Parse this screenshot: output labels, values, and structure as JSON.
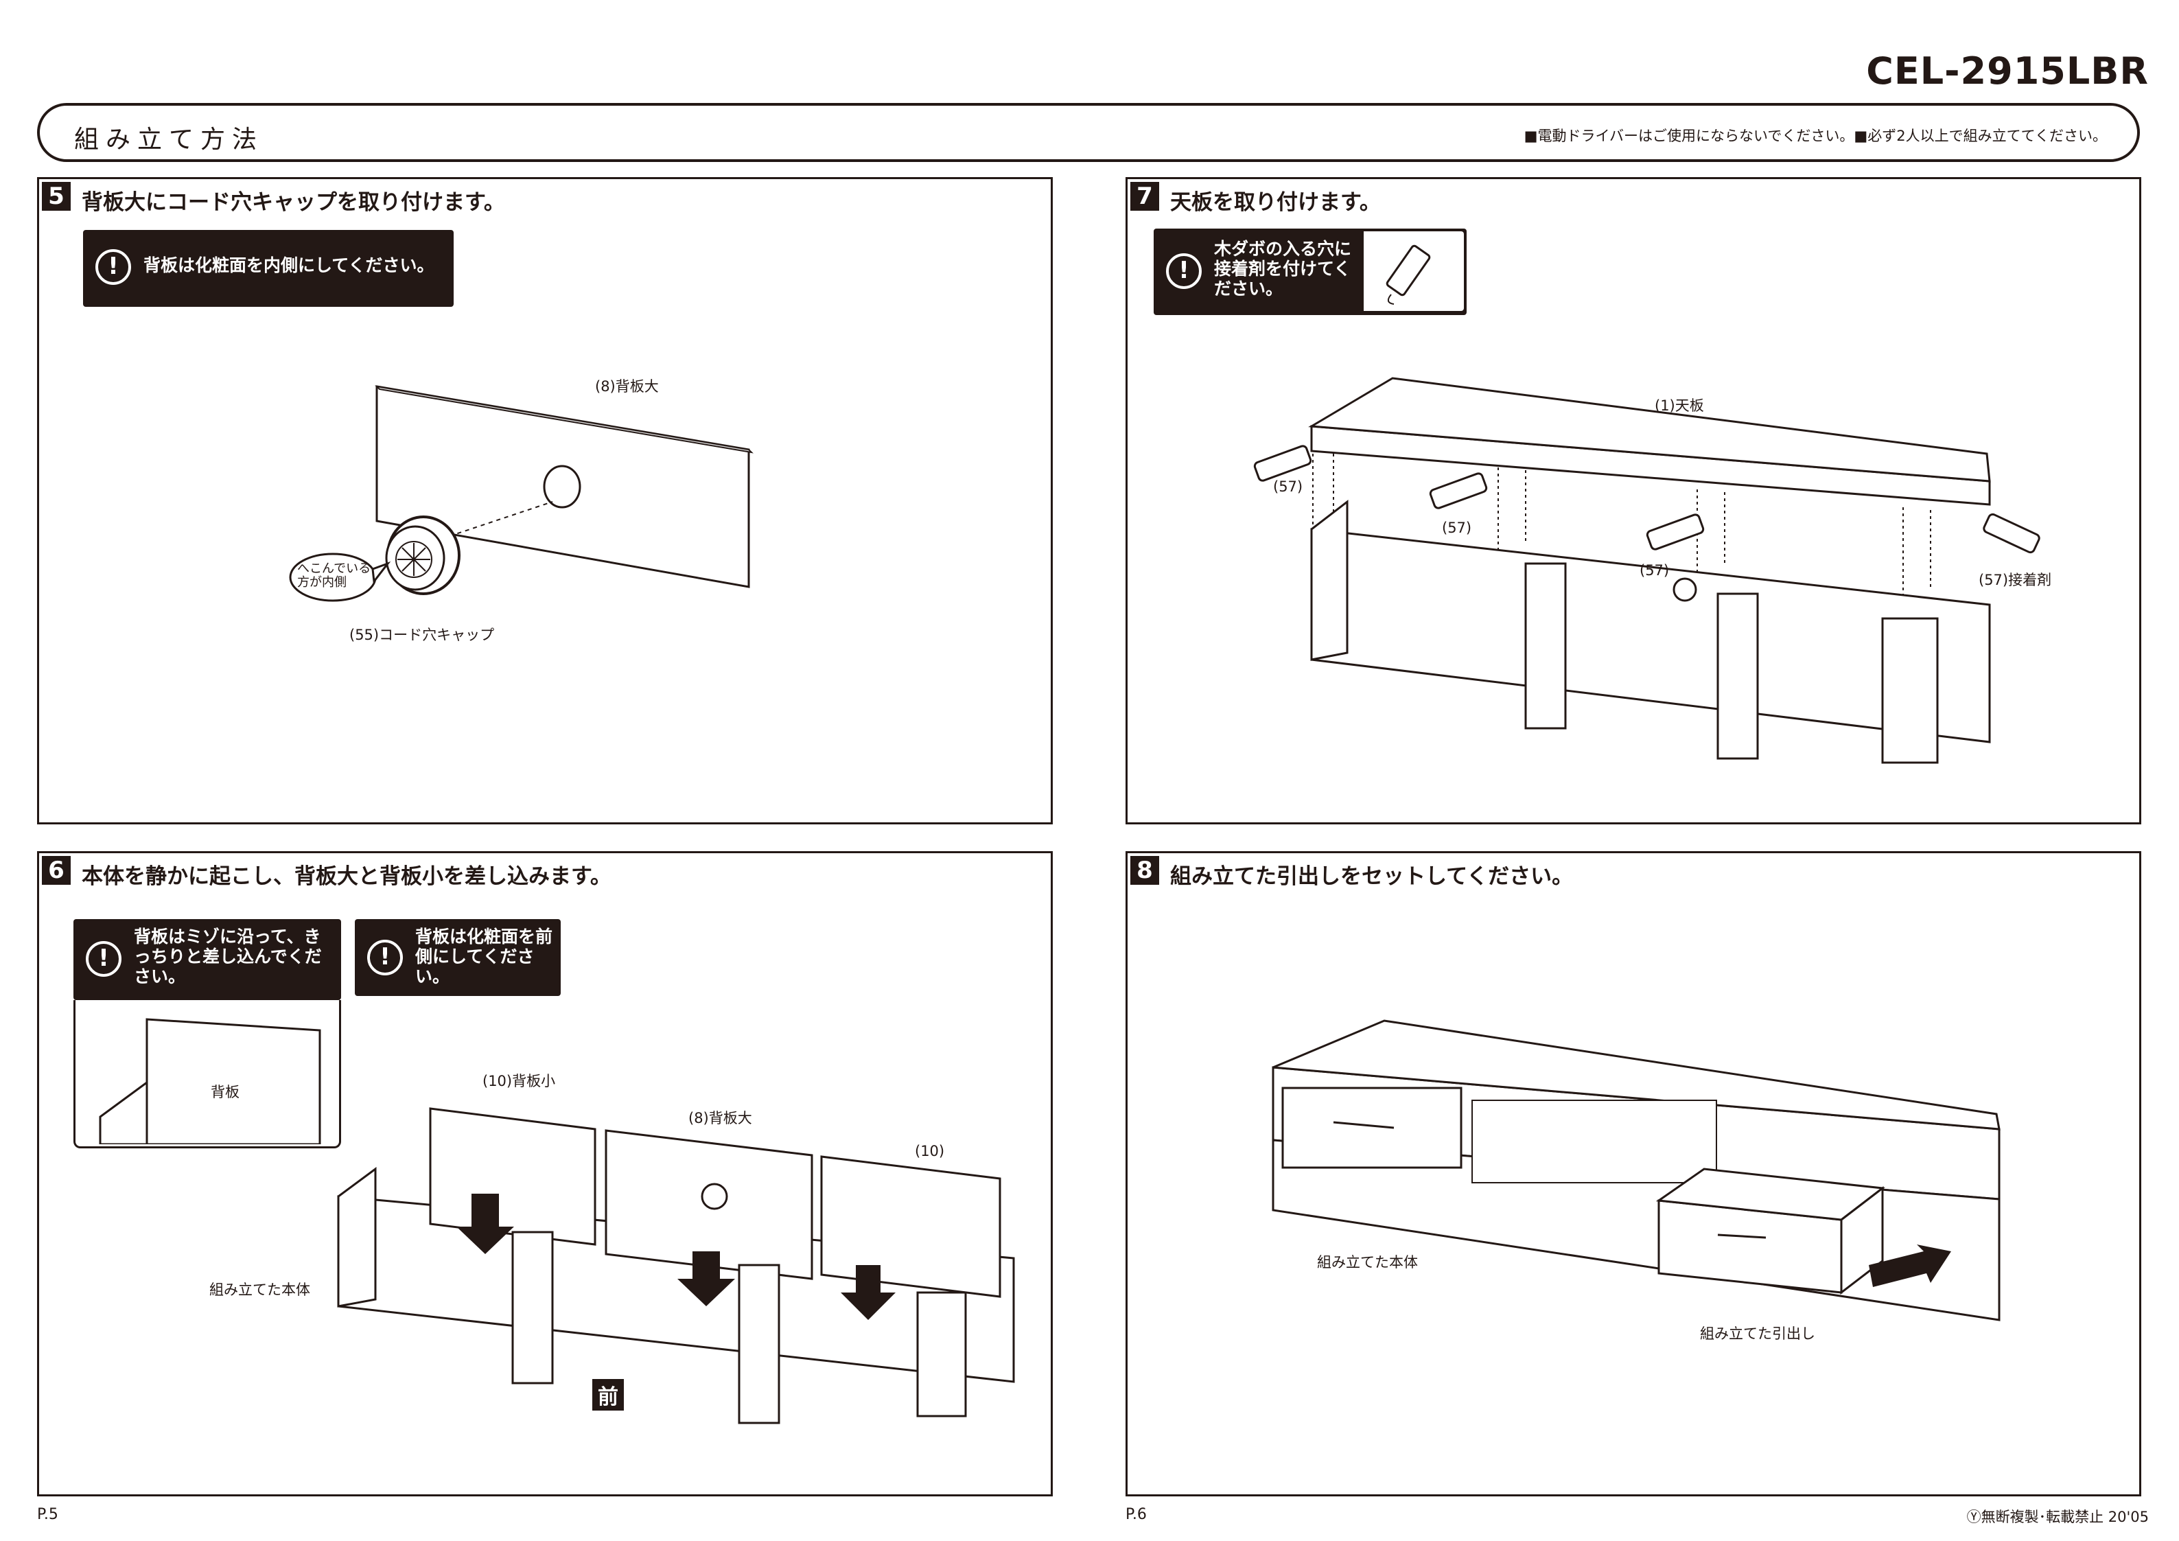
{
  "header": {
    "model": "CEL-2915LBR",
    "title": "組み立て方法",
    "notes": "■電動ドライバーはご使用にならないでください。■必ず2人以上で組み立ててください。"
  },
  "steps": {
    "s5": {
      "num": "5",
      "title": "背板大にコード穴キャップを取り付けます。",
      "note": "背板は化粧面を内側にしてください。",
      "labels": {
        "panel": "(8)背板大",
        "bubble": "へこんでいる方が内側",
        "cap": "(55)コード穴キャップ"
      }
    },
    "s6": {
      "num": "6",
      "title": "本体を静かに起こし、背板大と背板小を差し込みます。",
      "note1": "背板はミゾに沿って、きっちりと差し込んでください。",
      "note2": "背板は化粧面を前側にしてください。",
      "labels": {
        "inset": "背板",
        "small": "(10)背板小",
        "large": "(8)背板大",
        "small2": "(10)",
        "body": "組み立てた本体",
        "front": "前"
      }
    },
    "s7": {
      "num": "7",
      "title": "天板を取り付けます。",
      "note": "木ダボの入る穴に接着剤を付けてください。",
      "labels": {
        "top": "(1)天板",
        "glue1": "(57)",
        "glue2": "(57)",
        "glue3": "(57)",
        "glue4": "(57)接着剤"
      }
    },
    "s8": {
      "num": "8",
      "title": "組み立てた引出しをセットしてください。",
      "labels": {
        "body": "組み立てた本体",
        "drawer": "組み立てた引出し"
      }
    }
  },
  "footer": {
    "left_page": "P.5",
    "right_page": "P.6",
    "copyright": "Ⓨ無断複製･転載禁止 20'05"
  }
}
